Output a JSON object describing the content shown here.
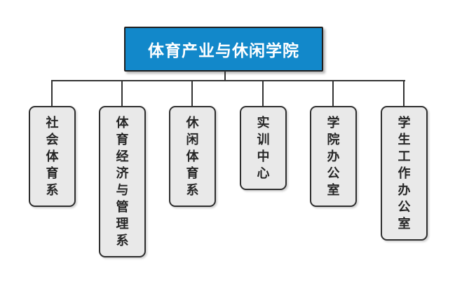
{
  "chart": {
    "type": "org-chart",
    "root": {
      "label": "体育产业与休闲学院"
    },
    "units": [
      {
        "label": "社会体育系"
      },
      {
        "label": "体育经济与管理系"
      },
      {
        "label": "休闲体育系"
      },
      {
        "label": "实训中心"
      },
      {
        "label": "学院办公室"
      },
      {
        "label": "学生工作办公室"
      }
    ]
  },
  "colors": {
    "background": "#ffffff",
    "root_fill": "#1288ca",
    "root_border": "#1f1f1f",
    "root_text": "#ffffff",
    "unit_fill": "#e9e9e9",
    "unit_border": "#2e2e2e",
    "unit_text": "#262626",
    "connector": "#333333"
  }
}
